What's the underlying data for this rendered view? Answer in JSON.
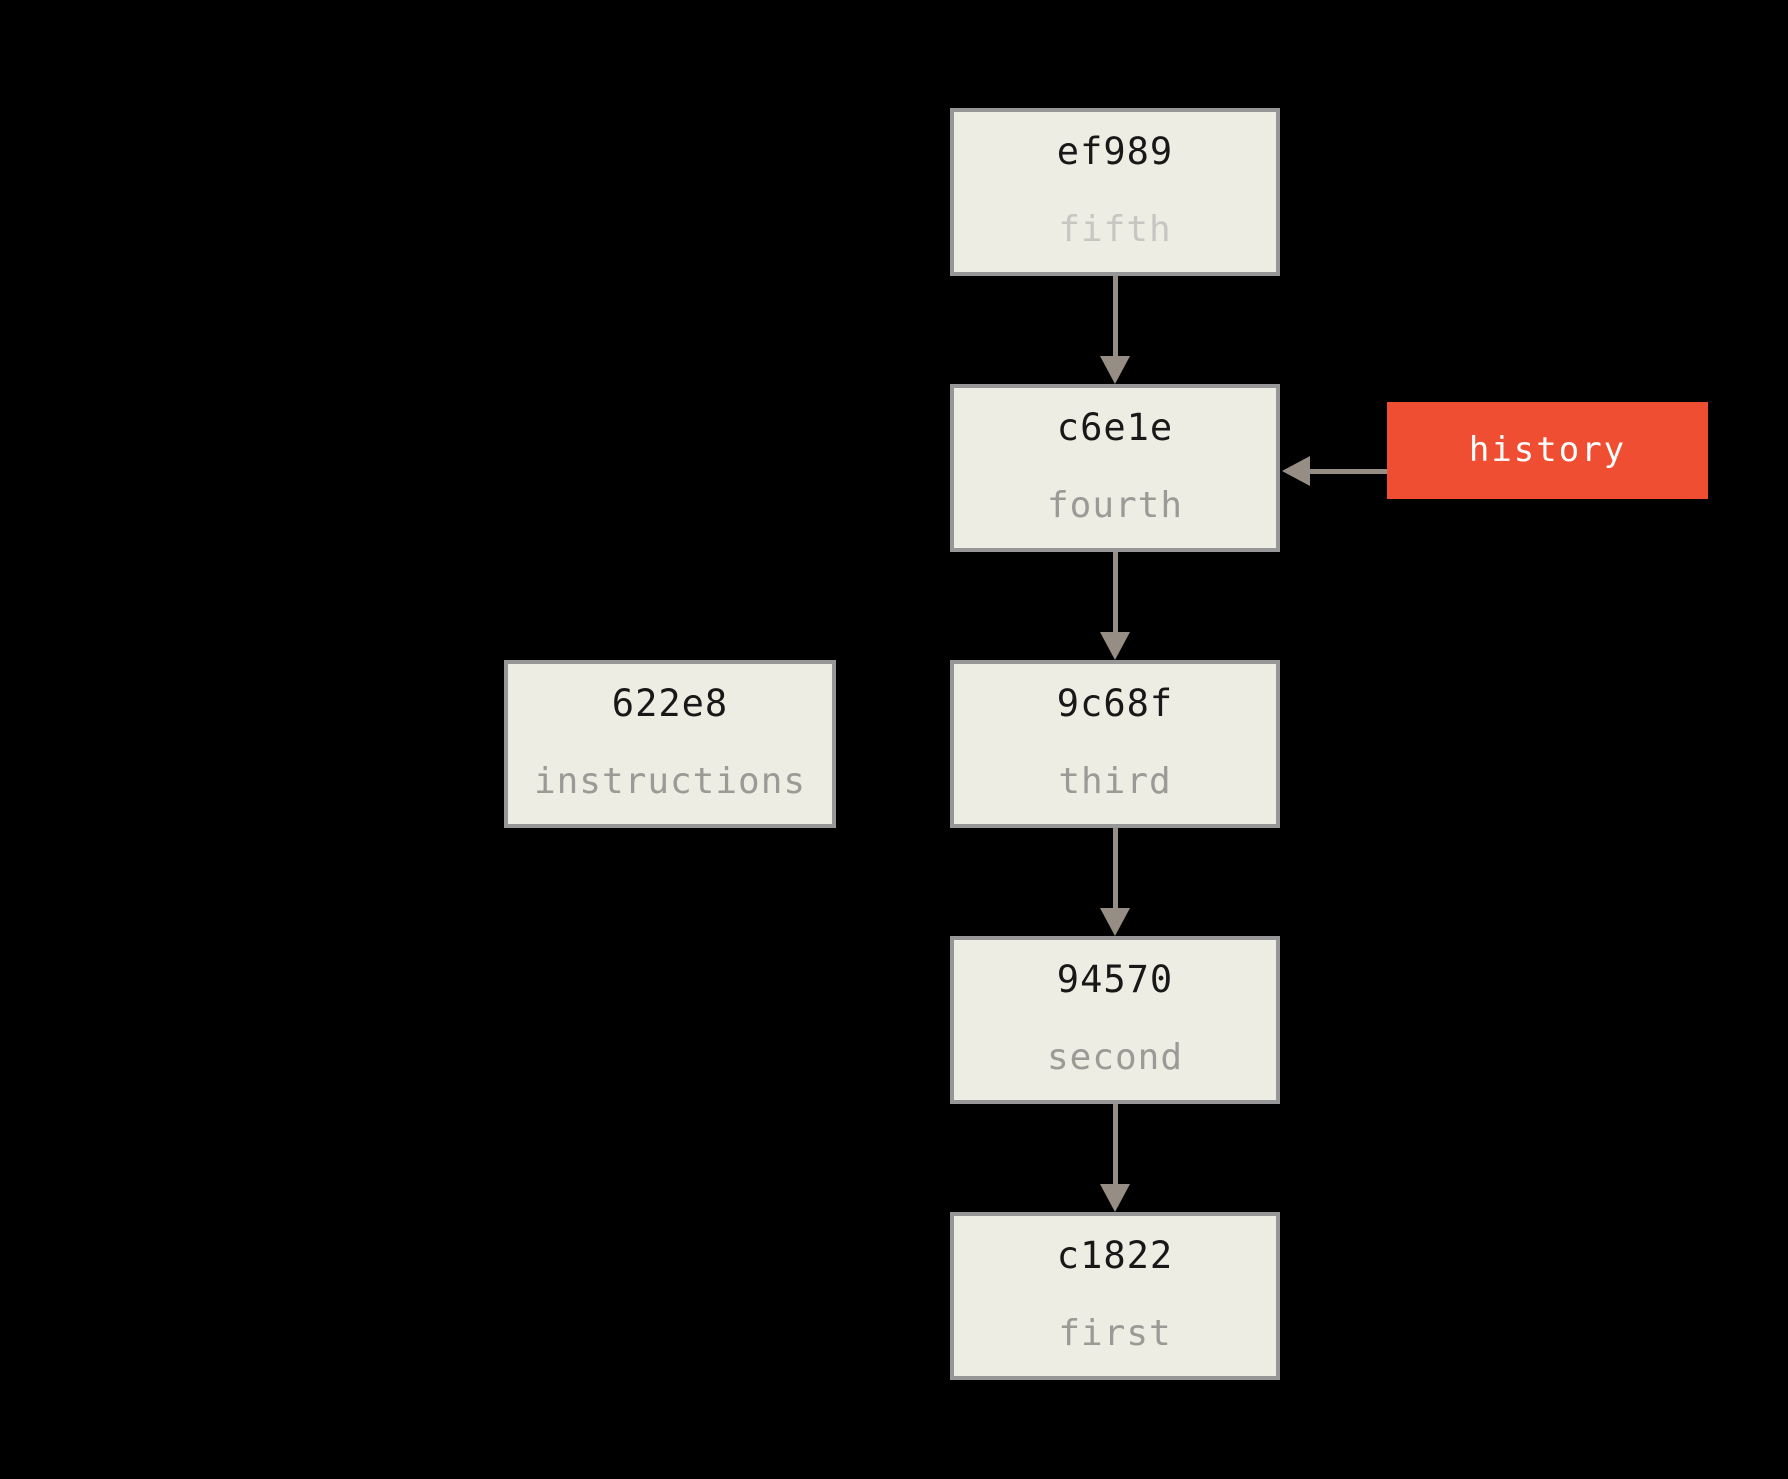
{
  "page": {
    "background": "#000000"
  },
  "diagram": {
    "type": "git-commit-history",
    "arrow_color": "#968e84",
    "node_style": {
      "fill": "#eeede4",
      "border_color": "#979797",
      "hash_color": "#181818",
      "label_color": "#9a9a96"
    },
    "commits": [
      {
        "id": "ef989",
        "label": "fifth",
        "label_color": "#c6c6c2"
      },
      {
        "id": "c6e1e",
        "label": "fourth",
        "label_color": "#9a9a96"
      },
      {
        "id": "9c68f",
        "label": "third",
        "label_color": "#9a9a96"
      },
      {
        "id": "94570",
        "label": "second",
        "label_color": "#9a9a96"
      },
      {
        "id": "c1822",
        "label": "first",
        "label_color": "#9a9a96"
      }
    ],
    "detached_box": {
      "id": "622e8",
      "label": "instructions",
      "label_color": "#9a9a96"
    },
    "ref_badge": {
      "text": "history",
      "fill": "#f04e32",
      "text_color": "#ffffff",
      "points_to": "c6e1e"
    }
  }
}
